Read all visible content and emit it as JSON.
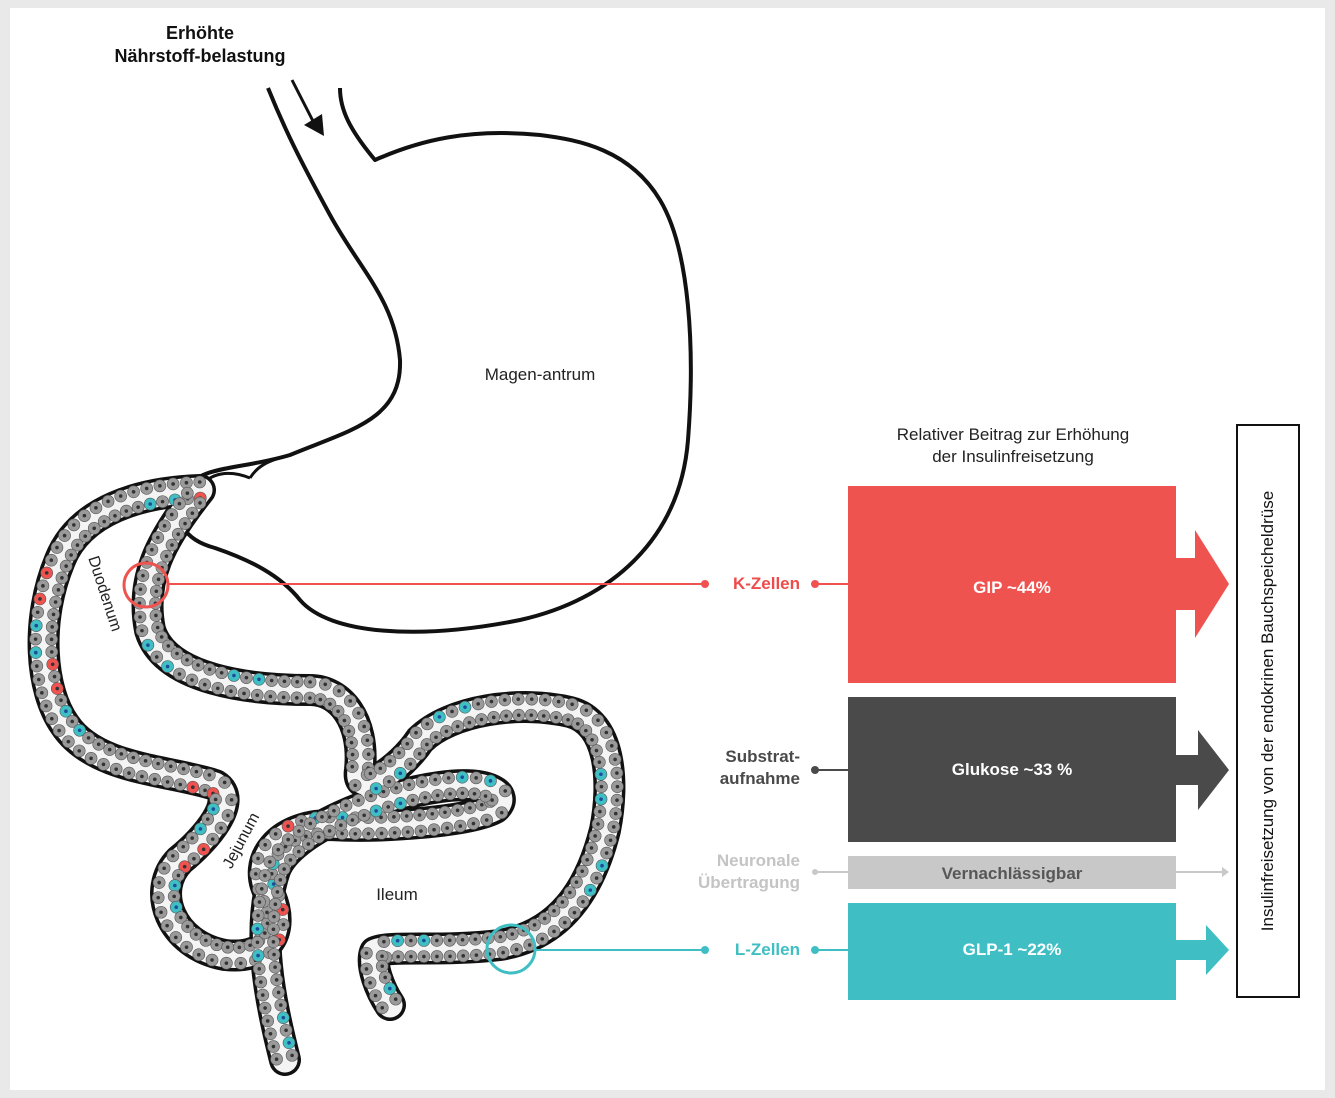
{
  "input": {
    "title_line1": "Erhöhte",
    "title_line2": "Nährstoff-belastung"
  },
  "anatomy": {
    "stomach": "Magen-antrum",
    "duodenum": "Duodenum",
    "jejunum": "Jejunum",
    "ileum": "Ileum"
  },
  "chart": {
    "title_line1": "Relativer Beitrag zur Erhöhung",
    "title_line2": "der Insulinfreisetzung"
  },
  "sources": {
    "k_cells": "K-Zellen",
    "substrate_line1": "Substrat-",
    "substrate_line2": "aufnahme",
    "neural_line1": "Neuronale",
    "neural_line2": "Übertragung",
    "l_cells": "L-Zellen"
  },
  "bars": {
    "gip": "GIP ~44%",
    "glucose": "Glukose ~33 %",
    "neural": "Vernachlässigbar",
    "glp1": "GLP-1 ~22%"
  },
  "target": "Insulinfreisetzung von der endokrinen Bauchspeicheldrüse",
  "colors": {
    "k_cells": "#ef5350",
    "glucose": "#4a4a4a",
    "neural": "#c8c8c8",
    "l_cells": "#3fbfc4"
  }
}
